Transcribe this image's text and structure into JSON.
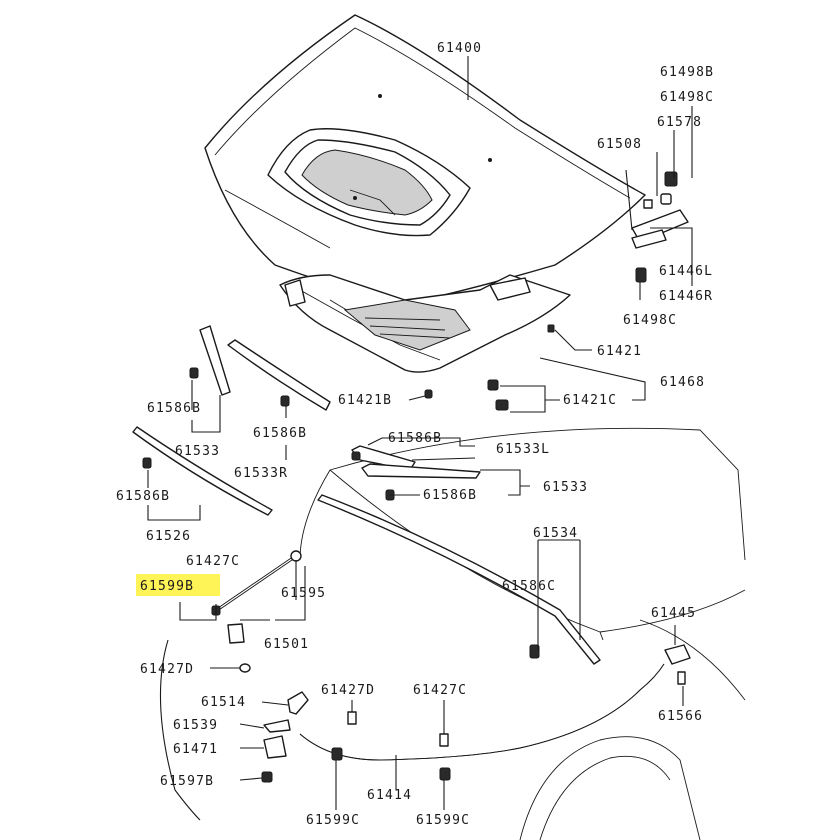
{
  "highlight": {
    "part": "61599B",
    "color": "#fff23a"
  },
  "labels": {
    "l61400": "61400",
    "l61498B": "61498B",
    "l61498C_top": "61498C",
    "l61578": "61578",
    "l61508": "61508",
    "l61446L": "61446L",
    "l61446R": "61446R",
    "l61498C_bot": "61498C",
    "l61421": "61421",
    "l61468": "61468",
    "l61421B": "61421B",
    "l61421C": "61421C",
    "l61586B_a": "61586B",
    "l61533_a": "61533",
    "l61586B_b": "61586B",
    "l61533R": "61533R",
    "l61586B_c": "61586B",
    "l61533L": "61533L",
    "l61586B_d": "61586B",
    "l61533_b": "61533",
    "l61586B_e": "61586B",
    "l61526": "61526",
    "l61427C_a": "61427C",
    "l61599B": "61599B",
    "l61595": "61595",
    "l61501": "61501",
    "l61534": "61534",
    "l61586C": "61586C",
    "l61445": "61445",
    "l61427D_a": "61427D",
    "l61514": "61514",
    "l61427D_b": "61427D",
    "l61427C_b": "61427C",
    "l61539": "61539",
    "l61471": "61471",
    "l61566": "61566",
    "l61597B": "61597B",
    "l61414": "61414",
    "l61599C_a": "61599C",
    "l61599C_b": "61599C"
  }
}
